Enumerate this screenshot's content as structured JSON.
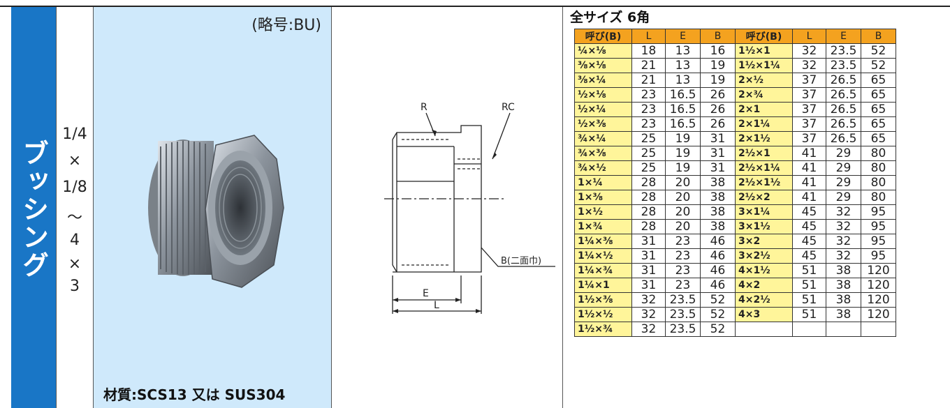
{
  "product": {
    "title": "ブッシング",
    "size_range": [
      "1/4",
      "×",
      "1/8",
      "〜",
      "4",
      "×",
      "3"
    ],
    "abbreviation": "(略号:BU)",
    "material": "材質:SCS13 又は SUS304"
  },
  "diagram": {
    "labels": {
      "r": "R",
      "rc": "RC",
      "b": "B(二面巾)",
      "e": "E",
      "l": "L"
    }
  },
  "table": {
    "title": "全サイズ 6角",
    "headers": [
      "呼び(B)",
      "L",
      "E",
      "B",
      "呼び(B)",
      "L",
      "E",
      "B"
    ],
    "rows": [
      [
        "¼×⅛",
        "18",
        "13",
        "16",
        "1½×1",
        "32",
        "23.5",
        "52"
      ],
      [
        "⅜×⅛",
        "21",
        "13",
        "19",
        "1½×1¼",
        "32",
        "23.5",
        "52"
      ],
      [
        "⅜×¼",
        "21",
        "13",
        "19",
        "2×½",
        "37",
        "26.5",
        "65"
      ],
      [
        "½×⅛",
        "23",
        "16.5",
        "26",
        "2×¾",
        "37",
        "26.5",
        "65"
      ],
      [
        "½×¼",
        "23",
        "16.5",
        "26",
        "2×1",
        "37",
        "26.5",
        "65"
      ],
      [
        "½×⅜",
        "23",
        "16.5",
        "26",
        "2×1¼",
        "37",
        "26.5",
        "65"
      ],
      [
        "¾×¼",
        "25",
        "19",
        "31",
        "2×1½",
        "37",
        "26.5",
        "65"
      ],
      [
        "¾×⅜",
        "25",
        "19",
        "31",
        "2½×1",
        "41",
        "29",
        "80"
      ],
      [
        "¾×½",
        "25",
        "19",
        "31",
        "2½×1¼",
        "41",
        "29",
        "80"
      ],
      [
        "1×¼",
        "28",
        "20",
        "38",
        "2½×1½",
        "41",
        "29",
        "80"
      ],
      [
        "1×⅜",
        "28",
        "20",
        "38",
        "2½×2",
        "41",
        "29",
        "80"
      ],
      [
        "1×½",
        "28",
        "20",
        "38",
        "3×1¼",
        "45",
        "32",
        "95"
      ],
      [
        "1×¾",
        "28",
        "20",
        "38",
        "3×1½",
        "45",
        "32",
        "95"
      ],
      [
        "1¼×⅜",
        "31",
        "23",
        "46",
        "3×2",
        "45",
        "32",
        "95"
      ],
      [
        "1¼×½",
        "31",
        "23",
        "46",
        "3×2½",
        "45",
        "32",
        "95"
      ],
      [
        "1¼×¾",
        "31",
        "23",
        "46",
        "4×1½",
        "51",
        "38",
        "120"
      ],
      [
        "1¼×1",
        "31",
        "23",
        "46",
        "4×2",
        "51",
        "38",
        "120"
      ],
      [
        "1½×⅜",
        "32",
        "23.5",
        "52",
        "4×2½",
        "51",
        "38",
        "120"
      ],
      [
        "1½×½",
        "32",
        "23.5",
        "52",
        "4×3",
        "51",
        "38",
        "120"
      ],
      [
        "1½×¾",
        "32",
        "23.5",
        "52",
        "",
        "",
        "",
        ""
      ]
    ]
  }
}
